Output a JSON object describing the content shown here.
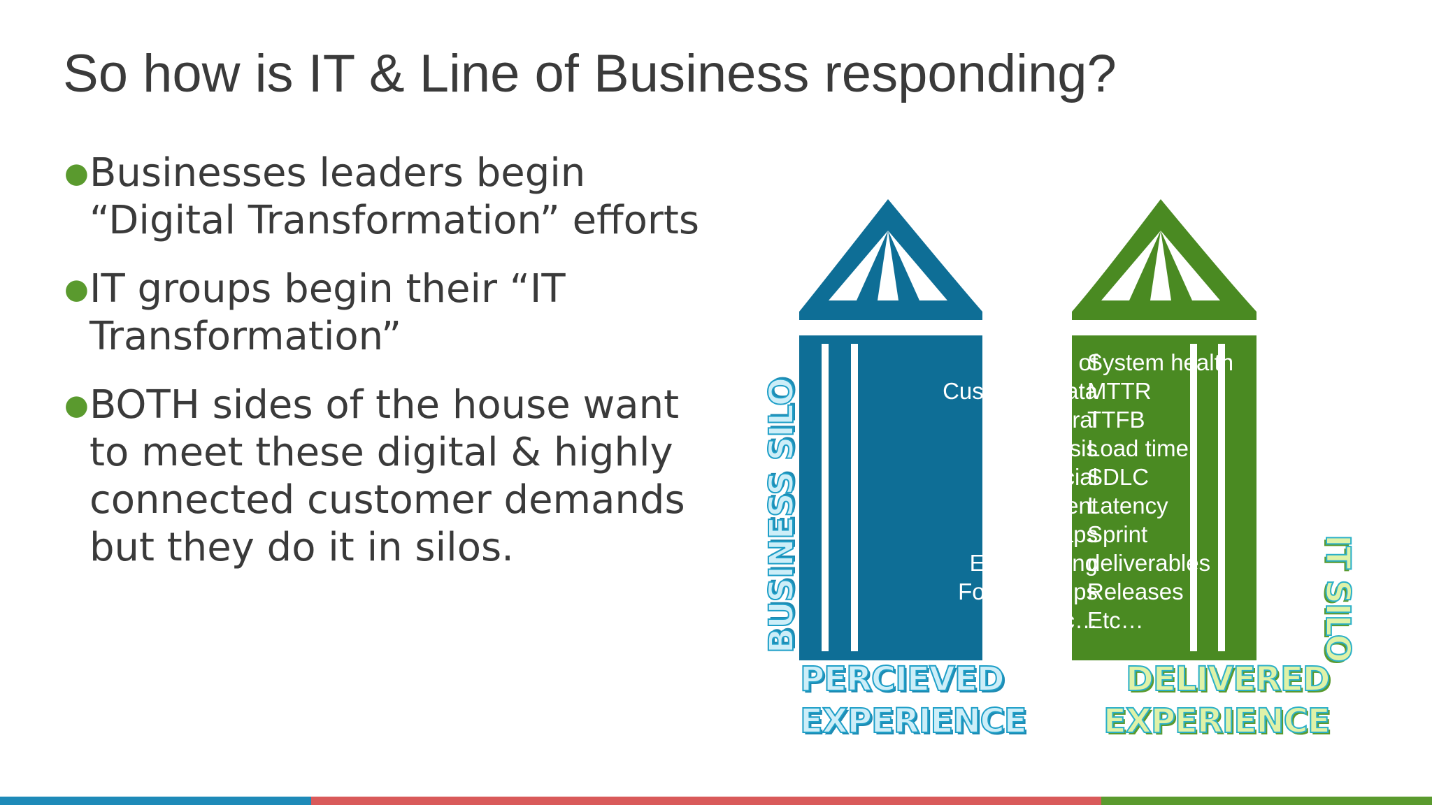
{
  "slide": {
    "title": "So how is IT & Line of Business responding?",
    "bullets": [
      "Businesses leaders begin\n“Digital Transformation” efforts",
      "IT groups begin their “IT\nTransformation”",
      "BOTH sides of the house want\nto meet these digital & highly\nconnected customer demands\nbut they do it in silos."
    ]
  },
  "diagram": {
    "business_silo": {
      "vertical_label": "BUSINESS SILO",
      "items": [
        "Voice of",
        "Customer Data",
        "Behavioral",
        "Analysis",
        "Social",
        "Sentiment",
        "Heat-maps",
        "Eye-tracking",
        "Focus groups",
        "Etc…"
      ],
      "experience_label_line1": "PERCIEVED",
      "experience_label_line2": "EXPERIENCE",
      "color": "#0e6e96"
    },
    "it_silo": {
      "vertical_label": "IT SILO",
      "items": [
        "System health",
        "MTTR",
        "TTFB",
        "Load time",
        "SDLC",
        "Latency",
        "Sprint",
        "deliverables",
        "Releases",
        "Etc…"
      ],
      "experience_label_line1": "DELIVERED",
      "experience_label_line2": "EXPERIENCE",
      "color": "#4a8a22"
    }
  },
  "colors": {
    "bullet_dot": "#5a9a2e",
    "bar_blue": "#1e8ab8",
    "bar_red": "#d95a5a",
    "bar_green": "#5a9a2e"
  }
}
